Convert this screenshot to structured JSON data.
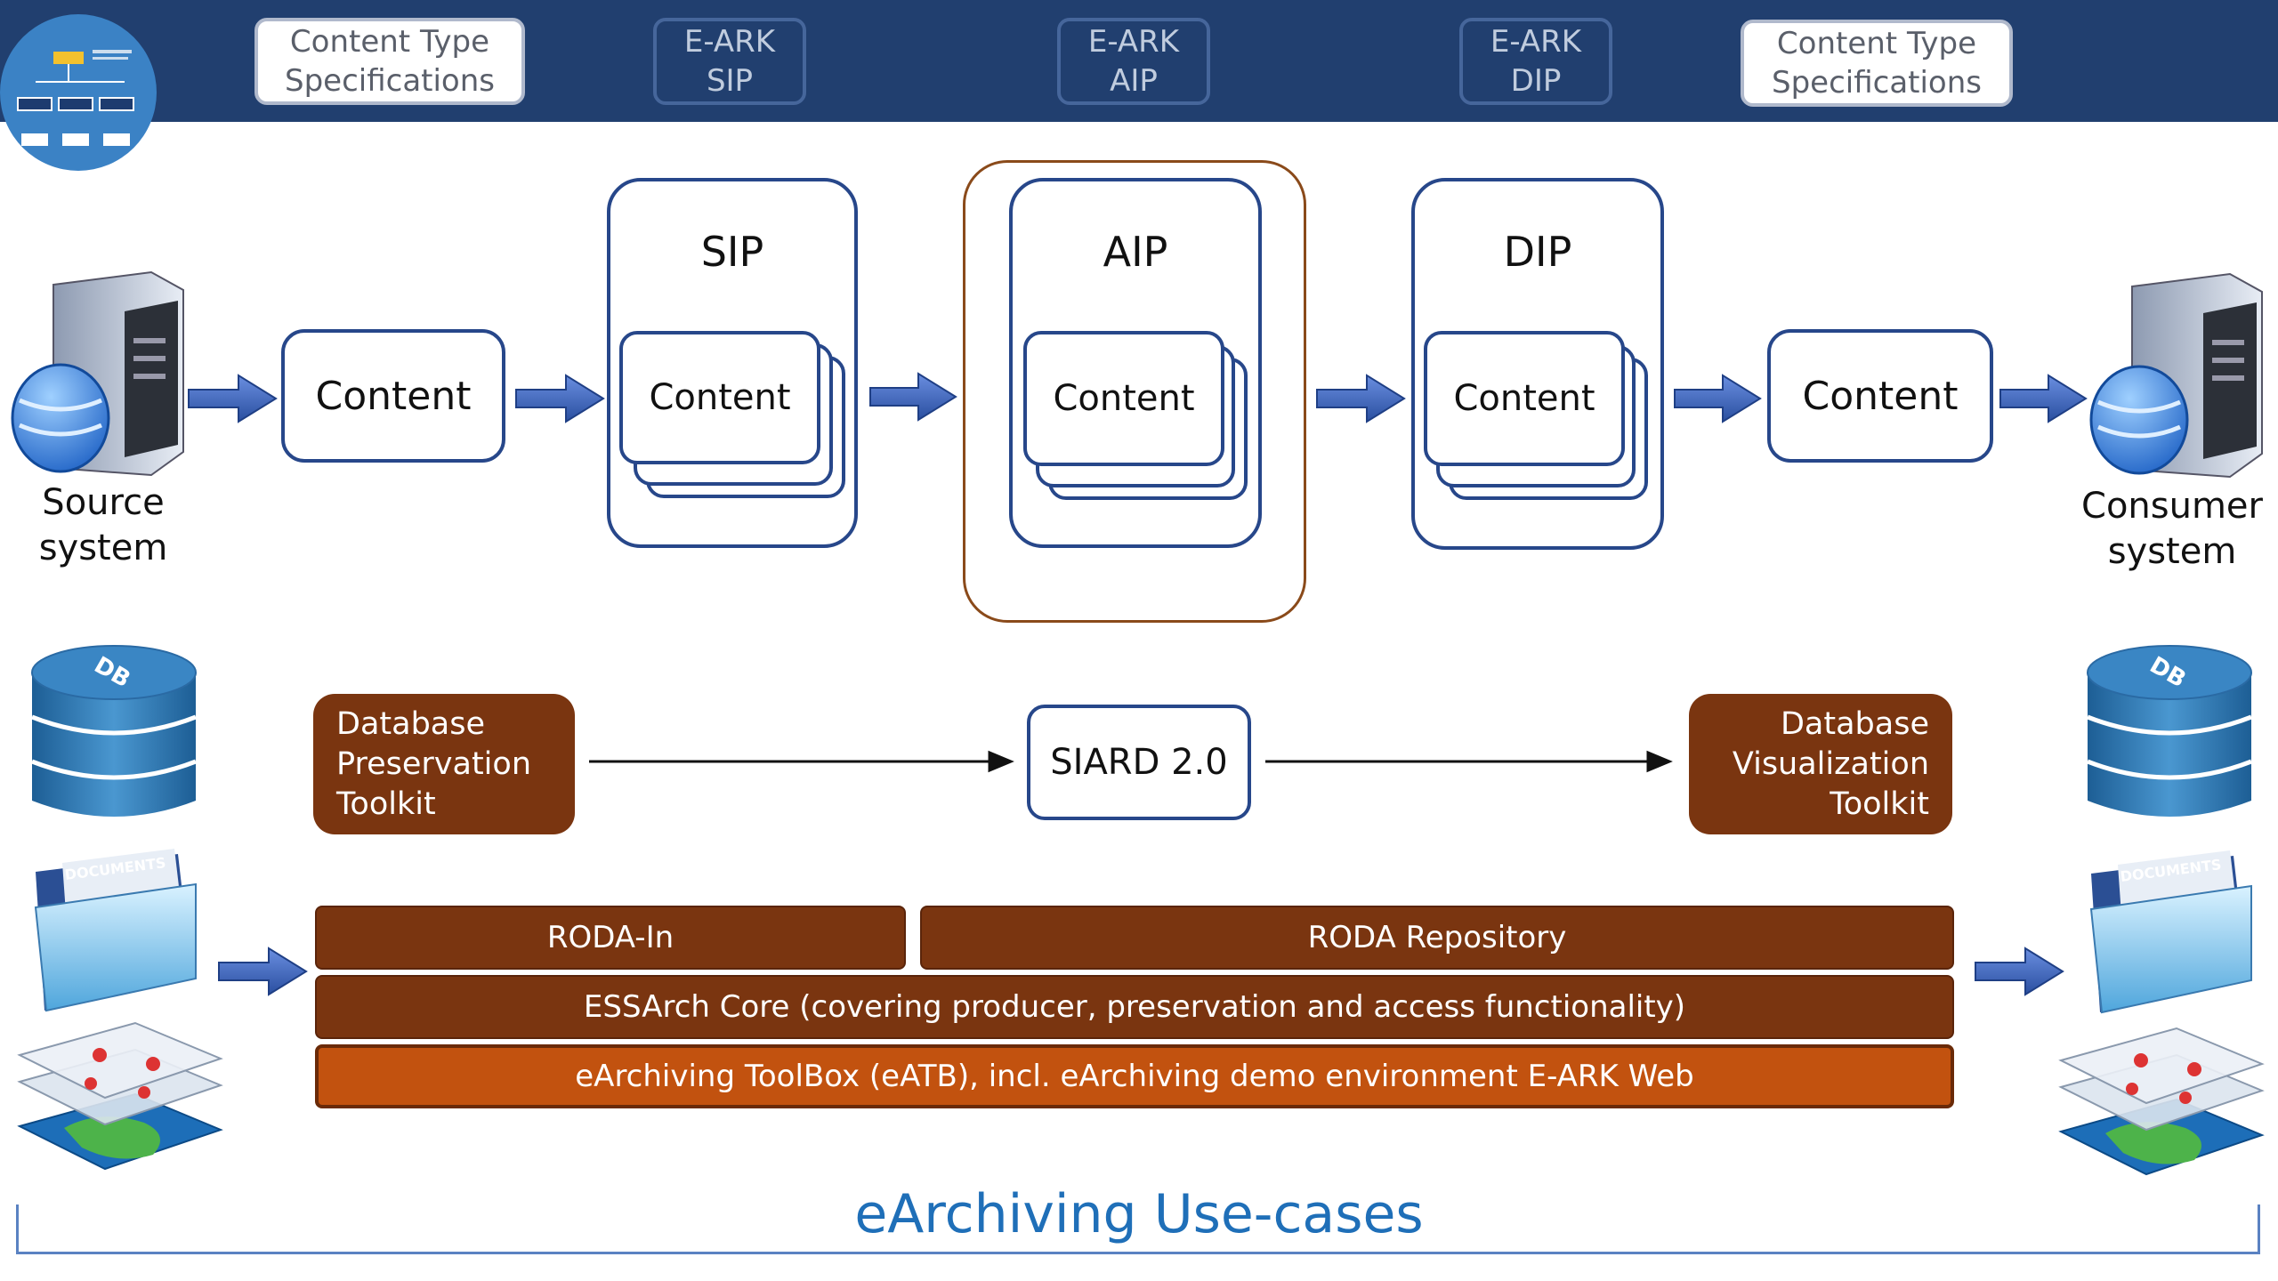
{
  "header": {
    "buttons": [
      {
        "text": "Content Type\nSpecifications"
      },
      {
        "text": "E-ARK\nSIP"
      },
      {
        "text": "E-ARK\nAIP"
      },
      {
        "text": "E-ARK\nDIP"
      },
      {
        "text": "Content Type\nSpecifications"
      }
    ]
  },
  "flow": {
    "source_label": "Source\nsystem",
    "consumer_label": "Consumer\nsystem",
    "content_label": "Content",
    "sip_title": "SIP",
    "aip_title": "AIP",
    "dip_title": "DIP"
  },
  "tools": {
    "dpt": "Database\nPreservation\nToolkit",
    "siard": "SIARD 2.0",
    "dvt": "Database\nVisualization\nToolkit"
  },
  "bars": {
    "roda_in": "RODA-In",
    "roda_repo": "RODA Repository",
    "essarch": "ESSArch Core (covering producer, preservation and access functionality)",
    "eatb": "eArchiving ToolBox (eATB), incl. eArchiving demo environment E-ARK Web"
  },
  "icons": {
    "db_label": "DB",
    "documents_label": "DOCUMENTS"
  },
  "footer": {
    "title": "eArchiving Use-cases"
  },
  "colors": {
    "header": "#213f6f",
    "box_border": "#27478a",
    "arrow": "#3a63b5",
    "tool_brown": "#7a3510",
    "eatb_orange": "#c2520f",
    "aip_outline": "#8a4a1a",
    "footer_text": "#1f6fb8"
  }
}
